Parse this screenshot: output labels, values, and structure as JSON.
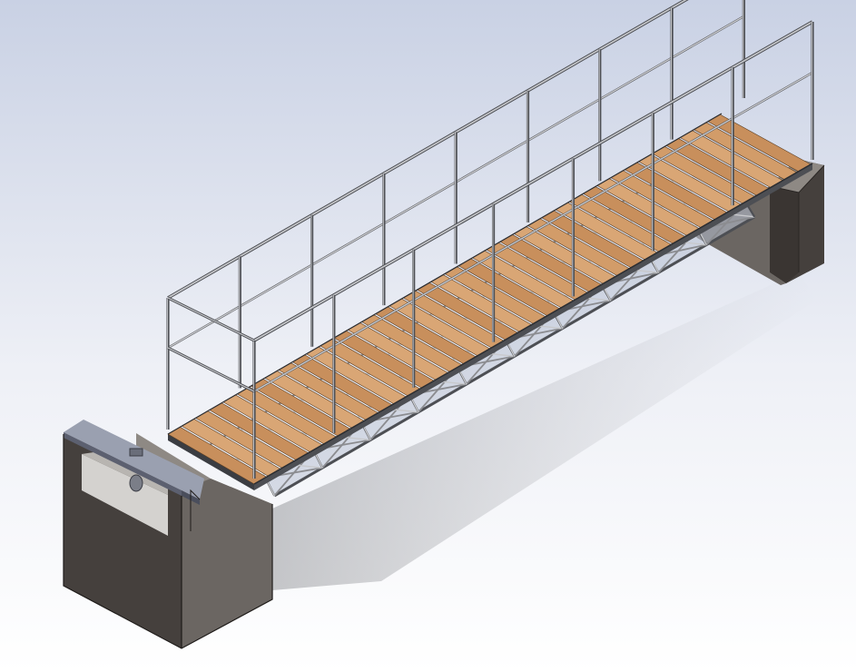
{
  "view": {
    "kind": "isometric-render",
    "subject": "footbridge-on-abutments",
    "plank_count": 40
  },
  "colors": {
    "background_top": "#c9d1e4",
    "background_bottom": "#ffffff",
    "plank_light": "#d9a675",
    "plank_mid": "#c88f5c",
    "plank_dark": "#8e5b31",
    "plank_edge": "#5a3d22",
    "steel": "#8b8c90",
    "steel_dark": "#4d4f54",
    "steel_light": "#c8c9cc",
    "concrete_front": "#6b6662",
    "concrete_side": "#45403d",
    "concrete_top": "#8e8984",
    "cap_plate": "#9aa0b0",
    "shadow": "#7d7f84"
  }
}
